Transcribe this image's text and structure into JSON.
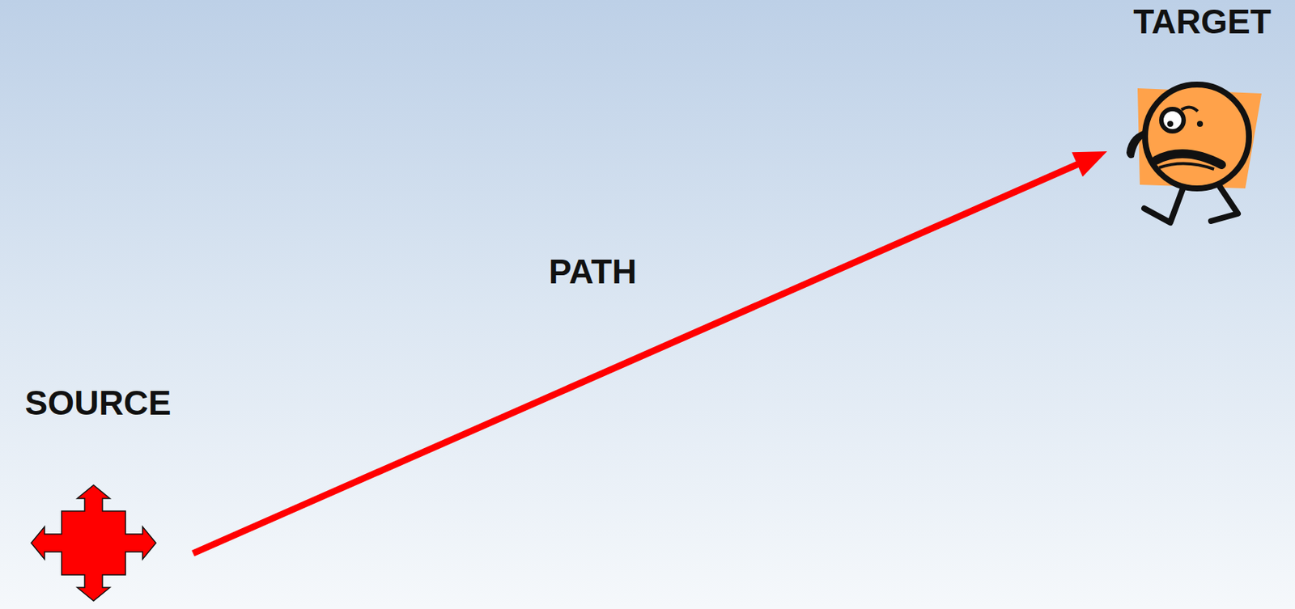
{
  "diagram": {
    "nodes": [
      {
        "text": [
          "SOURCE"
        ]
      },
      {
        "text": [
          "TARGET"
        ]
      }
    ],
    "edges": [
      {
        "from": 0,
        "to": 1,
        "label": "PATH",
        "arrow": "to"
      }
    ]
  }
}
